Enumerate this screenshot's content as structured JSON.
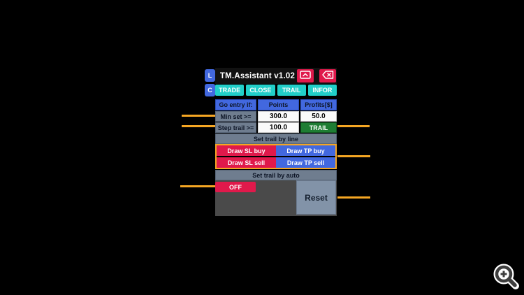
{
  "colors": {
    "background": "#000000",
    "accent_orange": "#F5A623",
    "red": "#E0194B",
    "blue": "#4268DF",
    "cyan": "#21CFC9",
    "green": "#1E7D33",
    "slate_gray": "#6F7D8F",
    "bottom_gray": "#4A4A4A",
    "reset_gray": "#8293A8",
    "header_bg": "#111111"
  },
  "panel": {
    "title": "TM.Assistant v1.02",
    "window_buttons": {
      "collapse_icon": "chevron-up-box",
      "delete_icon": "backspace"
    },
    "side_buttons": [
      {
        "label": "L"
      },
      {
        "label": "C"
      }
    ],
    "tabs": [
      {
        "label": "TRADE"
      },
      {
        "label": "CLOSE"
      },
      {
        "label": "TRAIL"
      },
      {
        "label": "INFOR"
      }
    ],
    "entry_table": {
      "header": [
        "Go entry if:",
        "Points",
        "Profits[$]"
      ],
      "rows": [
        {
          "label": "Min set >=",
          "points": "300.0",
          "profits": "50.0"
        },
        {
          "label": "Step trail >=",
          "points": "100.0",
          "action": "TRAIL"
        }
      ]
    },
    "trail_by_line": {
      "header": "Set trail by line",
      "buttons": [
        {
          "label": "Draw SL buy"
        },
        {
          "label": "Draw TP buy"
        },
        {
          "label": "Draw SL sell"
        },
        {
          "label": "Draw TP sell"
        }
      ]
    },
    "trail_by_auto": {
      "header": "Set trail by auto",
      "off_label": "OFF",
      "reset_label": "Reset"
    }
  },
  "overlay": {
    "zoom_icon": "magnifier-plus"
  }
}
